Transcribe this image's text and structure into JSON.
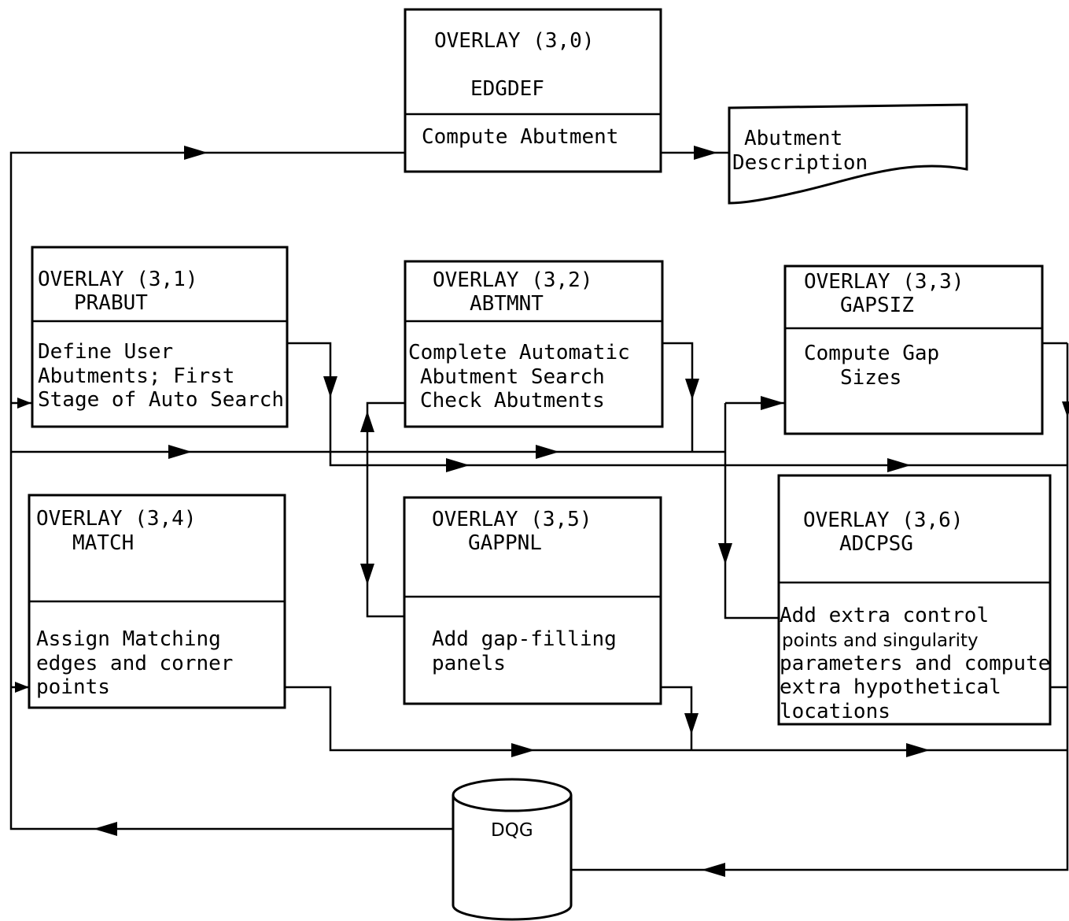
{
  "overlays": {
    "o30": {
      "overlay": "OVERLAY (3,0)",
      "routine": "EDGDEF",
      "desc": [
        "Compute Abutment"
      ]
    },
    "o31": {
      "overlay": "OVERLAY (3,1)",
      "routine": "PRABUT",
      "desc": [
        "Define User",
        "Abutments; First",
        "Stage of Auto Search"
      ]
    },
    "o32": {
      "overlay": "OVERLAY (3,2)",
      "routine": "ABTMNT",
      "desc": [
        "Complete Automatic",
        "Abutment Search",
        "Check Abutments"
      ]
    },
    "o33": {
      "overlay": "OVERLAY (3,3)",
      "routine": "GAPSIZ",
      "desc": [
        "Compute Gap",
        "Sizes"
      ]
    },
    "o34": {
      "overlay": "OVERLAY (3,4)",
      "routine": "MATCH",
      "desc": [
        "Assign Matching",
        "edges and corner",
        "points"
      ]
    },
    "o35": {
      "overlay": "OVERLAY (3,5)",
      "routine": "GAPPNL",
      "desc": [
        "Add gap-filling",
        "panels"
      ]
    },
    "o36": {
      "overlay": "OVERLAY (3,6)",
      "routine": "ADCPSG",
      "desc": [
        "Add extra control",
        "points and singularity",
        "parameters and compute",
        "extra hypothetical",
        "locations"
      ]
    }
  },
  "output_document": {
    "lines": [
      "Abutment",
      "Description"
    ]
  },
  "database": {
    "label": "DQG"
  }
}
